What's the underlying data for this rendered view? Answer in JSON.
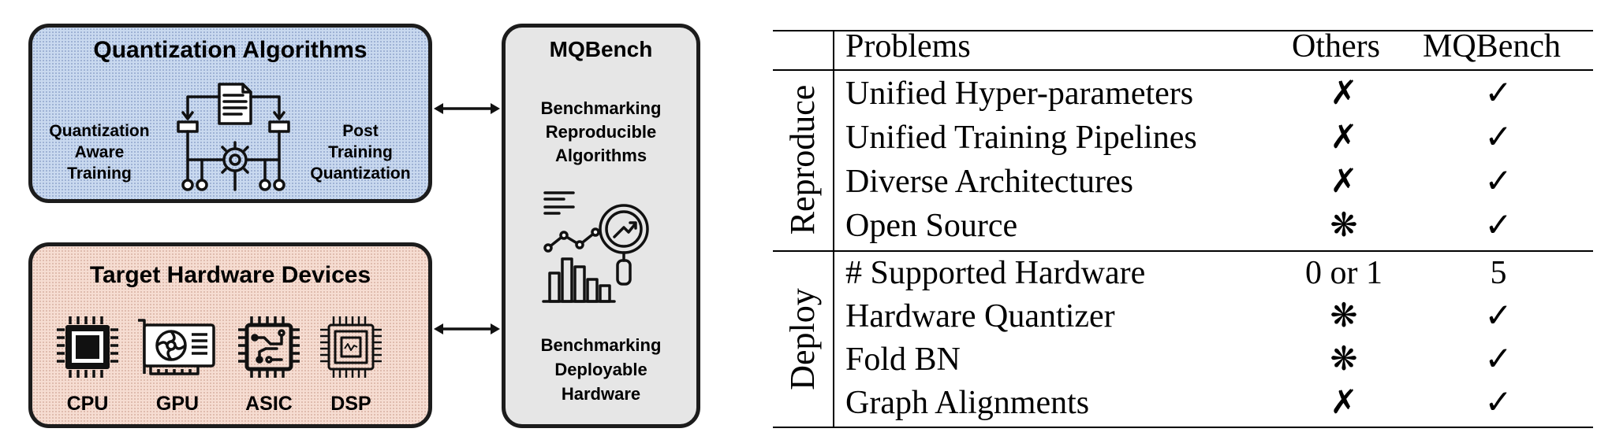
{
  "left_diagram": {
    "quantization_panel": {
      "title": "Quantization Algorithms",
      "left_label_lines": [
        "Quantization",
        "Aware",
        "Training"
      ],
      "right_label_lines": [
        "Post",
        "Training",
        "Quantization"
      ],
      "icon": "document-gear-flow-icon",
      "fill_color": "#c9d9ef"
    },
    "hardware_panel": {
      "title": "Target Hardware Devices",
      "devices": [
        {
          "label": "CPU",
          "icon": "cpu-chip-icon"
        },
        {
          "label": "GPU",
          "icon": "gpu-card-icon"
        },
        {
          "label": "ASIC",
          "icon": "asic-circuit-chip-icon"
        },
        {
          "label": "DSP",
          "icon": "dsp-chip-icon"
        }
      ],
      "fill_color": "#f6ddd2"
    },
    "mqbench_panel": {
      "title": "MQBench",
      "top_label_lines": [
        "Benchmarking",
        "Reproducible",
        "Algorithms"
      ],
      "bottom_label_lines": [
        "Benchmarking",
        "Deployable",
        "Hardware"
      ],
      "icon": "analytics-magnifier-chart-icon",
      "fill_color": "#e6e6e6"
    }
  },
  "comparison_table": {
    "headers": [
      "Problems",
      "Others",
      "MQBench"
    ],
    "groups": [
      {
        "label": "Reproduce",
        "rows": [
          {
            "problem": "Unified Hyper-parameters",
            "others": "✗",
            "mqbench": "✓"
          },
          {
            "problem": "Unified Training Pipelines",
            "others": "✗",
            "mqbench": "✓"
          },
          {
            "problem": "Diverse Architectures",
            "others": "✗",
            "mqbench": "✓"
          },
          {
            "problem": "Open Source",
            "others": "❋",
            "mqbench": "✓"
          }
        ]
      },
      {
        "label": "Deploy",
        "rows": [
          {
            "problem": "# Supported Hardware",
            "others": "0 or 1",
            "mqbench": "5"
          },
          {
            "problem": "Hardware Quantizer",
            "others": "❋",
            "mqbench": "✓"
          },
          {
            "problem": "Fold BN",
            "others": "❋",
            "mqbench": "✓"
          },
          {
            "problem": "Graph Alignments",
            "others": "✗",
            "mqbench": "✓"
          }
        ]
      }
    ]
  }
}
